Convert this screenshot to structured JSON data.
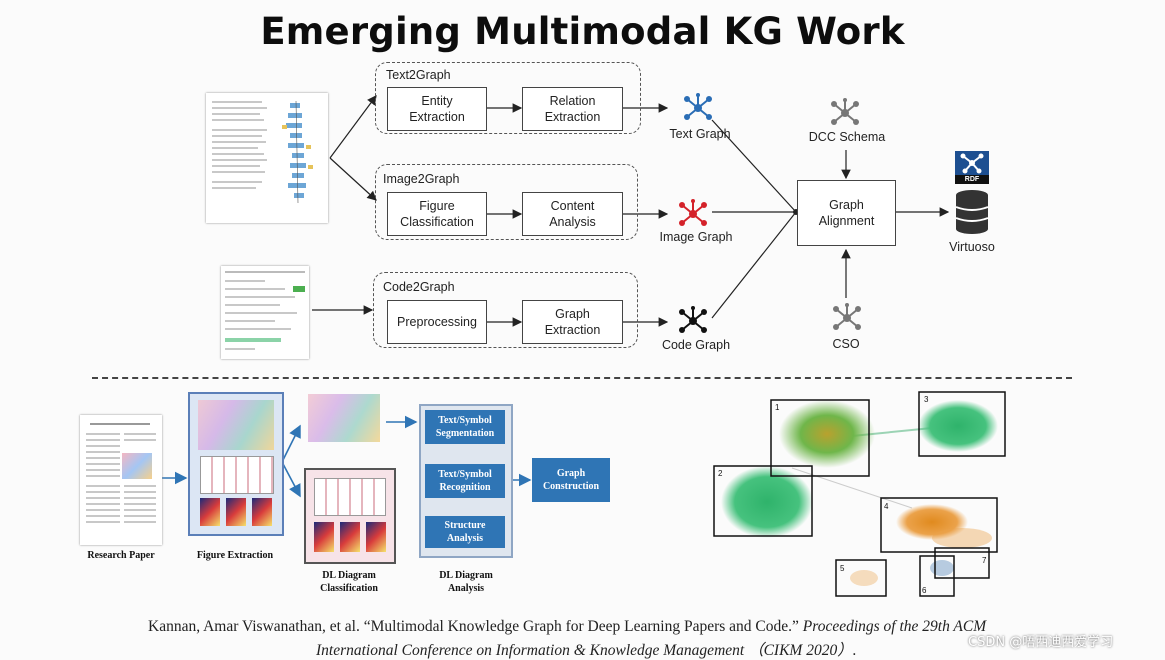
{
  "title": "Emerging Multimodal KG Work",
  "top_pipeline": {
    "text2graph": {
      "label": "Text2Graph",
      "step1": "Entity\nExtraction",
      "step2": "Relation\nExtraction",
      "output": "Text Graph"
    },
    "image2graph": {
      "label": "Image2Graph",
      "step1": "Figure\nClassification",
      "step2": "Content\nAnalysis",
      "output": "Image Graph"
    },
    "code2graph": {
      "label": "Code2Graph",
      "step1": "Preprocessing",
      "step2": "Graph\nExtraction",
      "output": "Code Graph"
    },
    "dcc_schema": "DCC Schema",
    "cso": "CSO",
    "alignment": "Graph\nAlignment",
    "rdf": "RDF",
    "store": "Virtuoso"
  },
  "bottom_pipeline": {
    "research_paper": "Research Paper",
    "figure_extraction": "Figure Extraction",
    "dl_classification": "DL Diagram\nClassification",
    "seg": "Text/Symbol\nSegmentation",
    "rec": "Text/Symbol\nRecognition",
    "struct": "Structure\nAnalysis",
    "analysis_caption": "DL Diagram\nAnalysis",
    "construction": "Graph\nConstruction"
  },
  "clusters": [
    "1",
    "2",
    "3",
    "4",
    "5",
    "6",
    "7"
  ],
  "citation": {
    "line1": "Kannan, Amar Viswanathan, et al. “Multimodal Knowledge Graph for Deep Learning Papers and Code.”",
    "line1_italic": "Proceedings of the 29th ACM",
    "line2": "International Conference on Information & Knowledge Management （CIKM 2020）."
  },
  "watermark": "CSDN @唔西迪西爱学习",
  "colors": {
    "text_graph": "#2a6db5",
    "image_graph": "#d4222a",
    "code_graph": "#111111",
    "schema": "#777777",
    "step_blue": "#2f75b5",
    "cluster_green": "#2fb36b",
    "cluster_orange": "#e08a1e"
  }
}
